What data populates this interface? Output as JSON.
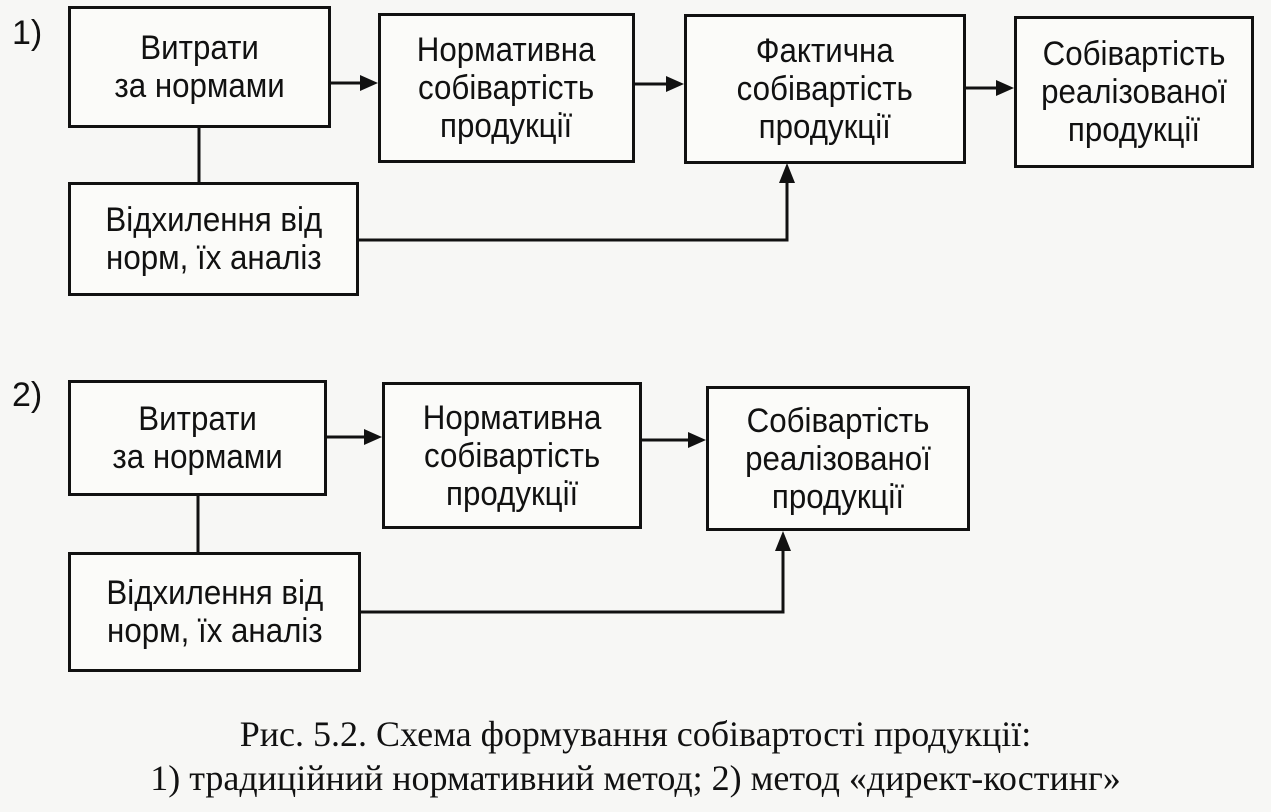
{
  "diagram1": {
    "label": "1)",
    "costs_by_norms": [
      "Витрати",
      "за нормами"
    ],
    "normative_cost": [
      "Нормативна",
      "собівартість",
      "продукції"
    ],
    "actual_cost": [
      "Фактична",
      "собівартість",
      "продукції"
    ],
    "sold_cost": [
      "Собівартість",
      "реалізованої",
      "продукції"
    ],
    "deviations": [
      "Відхилення від",
      "норм, їх аналіз"
    ]
  },
  "diagram2": {
    "label": "2)",
    "costs_by_norms": [
      "Витрати",
      "за нормами"
    ],
    "normative_cost": [
      "Нормативна",
      "собівартість",
      "продукції"
    ],
    "sold_cost": [
      "Собівартість",
      "реалізованої",
      "продукції"
    ],
    "deviations": [
      "Відхилення від",
      "норм, їх аналіз"
    ]
  },
  "caption": {
    "line1": "Рис. 5.2. Схема формування собівартості продукції:",
    "line2": "1) традиційний нормативний метод; 2) метод «директ-костинг»"
  }
}
